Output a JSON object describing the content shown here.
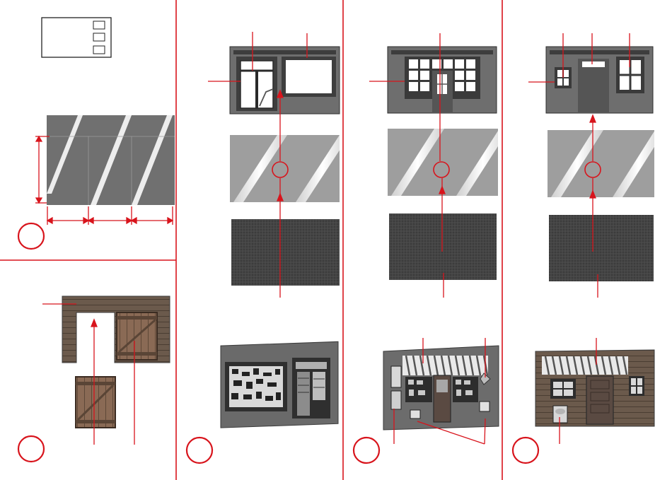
{
  "page": {
    "kind": "assembly-instruction-sheet",
    "colors": {
      "accent_red": "#d8141c",
      "wall_gray": "#6f6f6f",
      "wall_dark": "#4d4d4d",
      "panel_light": "#9c9c9c",
      "stripe_white": "#f2f2f2",
      "floor_dark": "#3e3e3e"
    }
  },
  "legend_box": {
    "icon": "material-legend-box",
    "checkboxes": 3
  },
  "steps": [
    {
      "id": "panel-cutting",
      "icon": "step-circle",
      "label": ""
    },
    {
      "id": "garage-door",
      "icon": "step-circle",
      "label": ""
    },
    {
      "id": "shop-window-front",
      "icon": "step-circle",
      "label": ""
    },
    {
      "id": "bakery-front",
      "icon": "step-circle",
      "label": ""
    },
    {
      "id": "house-front",
      "icon": "step-circle",
      "label": ""
    }
  ],
  "figures": {
    "panel_cut_diagram": {
      "icon": "panel-cut-diagram"
    },
    "garage_frame": {
      "icon": "garage-frame-part"
    },
    "garage_door": {
      "icon": "garage-door-part"
    },
    "front_frames": [
      "shop-frame-part",
      "bakery-frame-part",
      "house-frame-part"
    ],
    "glazing_sheets": [
      "glazing-sheet",
      "glazing-sheet",
      "glazing-sheet"
    ],
    "backing_plates": [
      "backing-plate",
      "backing-plate",
      "backing-plate"
    ],
    "finished_fronts": [
      "finished-shop-front",
      "finished-bakery-front",
      "finished-house-front"
    ]
  }
}
